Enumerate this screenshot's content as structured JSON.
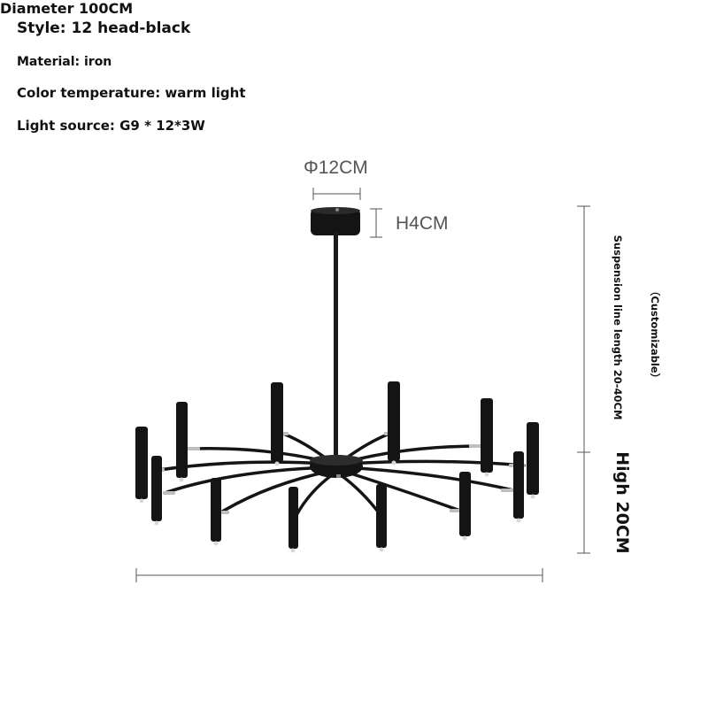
{
  "specs": {
    "style": "Style: 12 head-black",
    "material": "Material: iron",
    "color_temperature": "Color temperature: warm light",
    "light_source": "Light source: G9 * 12*3W"
  },
  "dimensions": {
    "canopy_diameter": "Φ12CM",
    "canopy_height": "H4CM",
    "suspension_line": "Suspension line length 20-40CM",
    "customizable": "（Customizable）",
    "height": "High 20CM",
    "diameter": "Diameter 100CM"
  },
  "colors": {
    "lamp": "#141414",
    "dimension_line": "#555555",
    "text": "#111111",
    "joint": "#bfbfbf"
  }
}
